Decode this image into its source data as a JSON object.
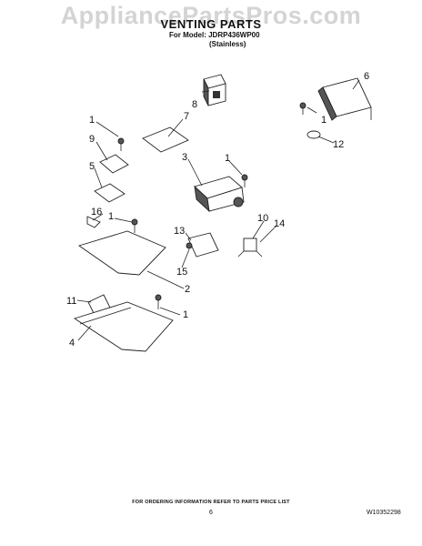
{
  "header": {
    "watermark": "AppliancePartsPros.com",
    "title": "VENTING PARTS",
    "model_line": "For Model: JDRP436WP00",
    "color_line": "(Stainless)"
  },
  "footer": {
    "note": "FOR ORDERING INFORMATION REFER TO PARTS PRICE LIST",
    "page_number": "6",
    "document_id": "W10352298"
  },
  "callouts": {
    "c1a": "1",
    "c1b": "1",
    "c1c": "1",
    "c1d": "1",
    "c1e": "1",
    "c2": "2",
    "c3": "3",
    "c4": "4",
    "c5": "5",
    "c6": "6",
    "c7": "7",
    "c8": "8",
    "c9": "9",
    "c10": "10",
    "c11": "11",
    "c12": "12",
    "c13": "13",
    "c14": "14",
    "c15": "15",
    "c16": "16"
  }
}
